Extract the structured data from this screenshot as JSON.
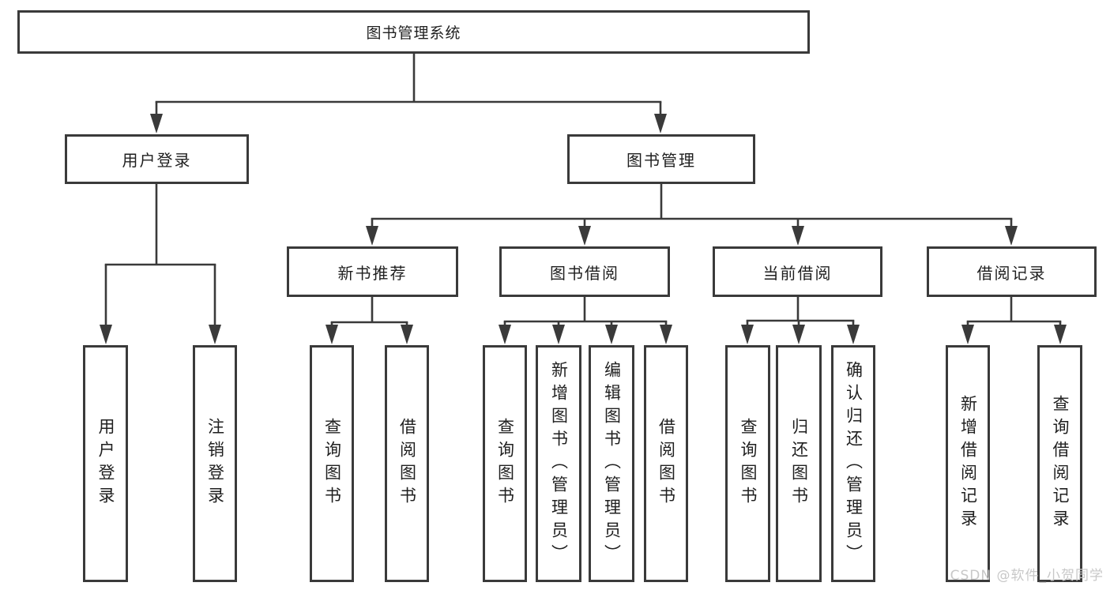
{
  "tree": {
    "root": {
      "label": "图书管理系统"
    },
    "level2": [
      {
        "label": "用户登录",
        "leaves": [
          {
            "label": "用户登录"
          },
          {
            "label": "注销登录"
          }
        ]
      },
      {
        "label": "图书管理",
        "groups": [
          {
            "label": "新书推荐",
            "leaves": [
              {
                "label": "查询图书"
              },
              {
                "label": "借阅图书"
              }
            ]
          },
          {
            "label": "图书借阅",
            "leaves": [
              {
                "label": "查询图书"
              },
              {
                "label": "新增图书（管理员）"
              },
              {
                "label": "编辑图书（管理员）"
              },
              {
                "label": "借阅图书"
              }
            ]
          },
          {
            "label": "当前借阅",
            "leaves": [
              {
                "label": "查询图书"
              },
              {
                "label": "归还图书"
              },
              {
                "label": "确认归还（管理员）"
              }
            ]
          },
          {
            "label": "借阅记录",
            "leaves": [
              {
                "label": "新增借阅记录"
              },
              {
                "label": "查询借阅记录"
              }
            ]
          }
        ]
      }
    ]
  },
  "watermark": {
    "text": "CSDN @软件_小贺同学"
  },
  "colors": {
    "line": "#3a3a3a",
    "box_border": "#3a3a3a",
    "text": "#1f1f1f",
    "background": "#ffffff",
    "watermark": "#c8c8c8"
  }
}
